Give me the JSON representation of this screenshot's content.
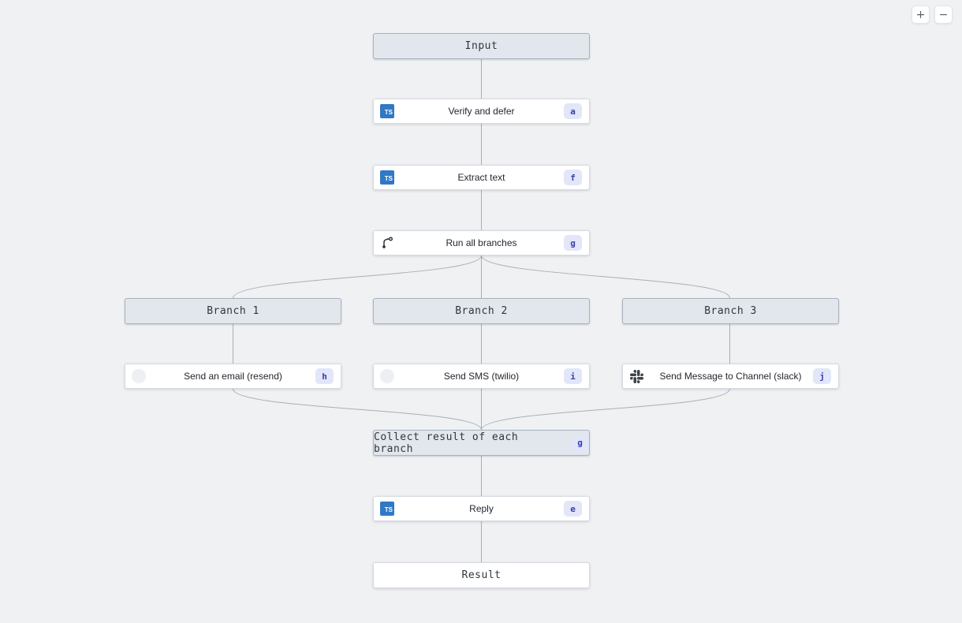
{
  "colors": {
    "background": "#f0f1f3",
    "edge": "#a9aeb4",
    "node_white_bg": "#ffffff",
    "node_gray_bg": "#e2e7ed",
    "badge_bg": "#e2e6f9",
    "badge_text": "#3d3bac",
    "typescript_blue": "#3178c6"
  },
  "zoom_controls": {
    "zoom_in_label": "+",
    "zoom_out_label": "−"
  },
  "icons": {
    "typescript_label": "TS"
  },
  "nodes": {
    "input": {
      "label": "Input"
    },
    "verify_and_defer": {
      "label": "Verify and defer",
      "badge": "a"
    },
    "extract_text": {
      "label": "Extract text",
      "badge": "f"
    },
    "run_all_branches": {
      "label": "Run all branches",
      "badge": "g"
    },
    "branch_1": {
      "label": "Branch 1"
    },
    "branch_2": {
      "label": "Branch 2"
    },
    "branch_3": {
      "label": "Branch 3"
    },
    "send_email": {
      "label": "Send an email (resend)",
      "badge": "h"
    },
    "send_sms": {
      "label": "Send SMS (twilio)",
      "badge": "i"
    },
    "send_slack": {
      "label": "Send Message to Channel (slack)",
      "badge": "j"
    },
    "collect_result": {
      "label": "Collect result of each branch",
      "badge": "g"
    },
    "reply": {
      "label": "Reply",
      "badge": "e"
    },
    "result": {
      "label": "Result"
    }
  }
}
